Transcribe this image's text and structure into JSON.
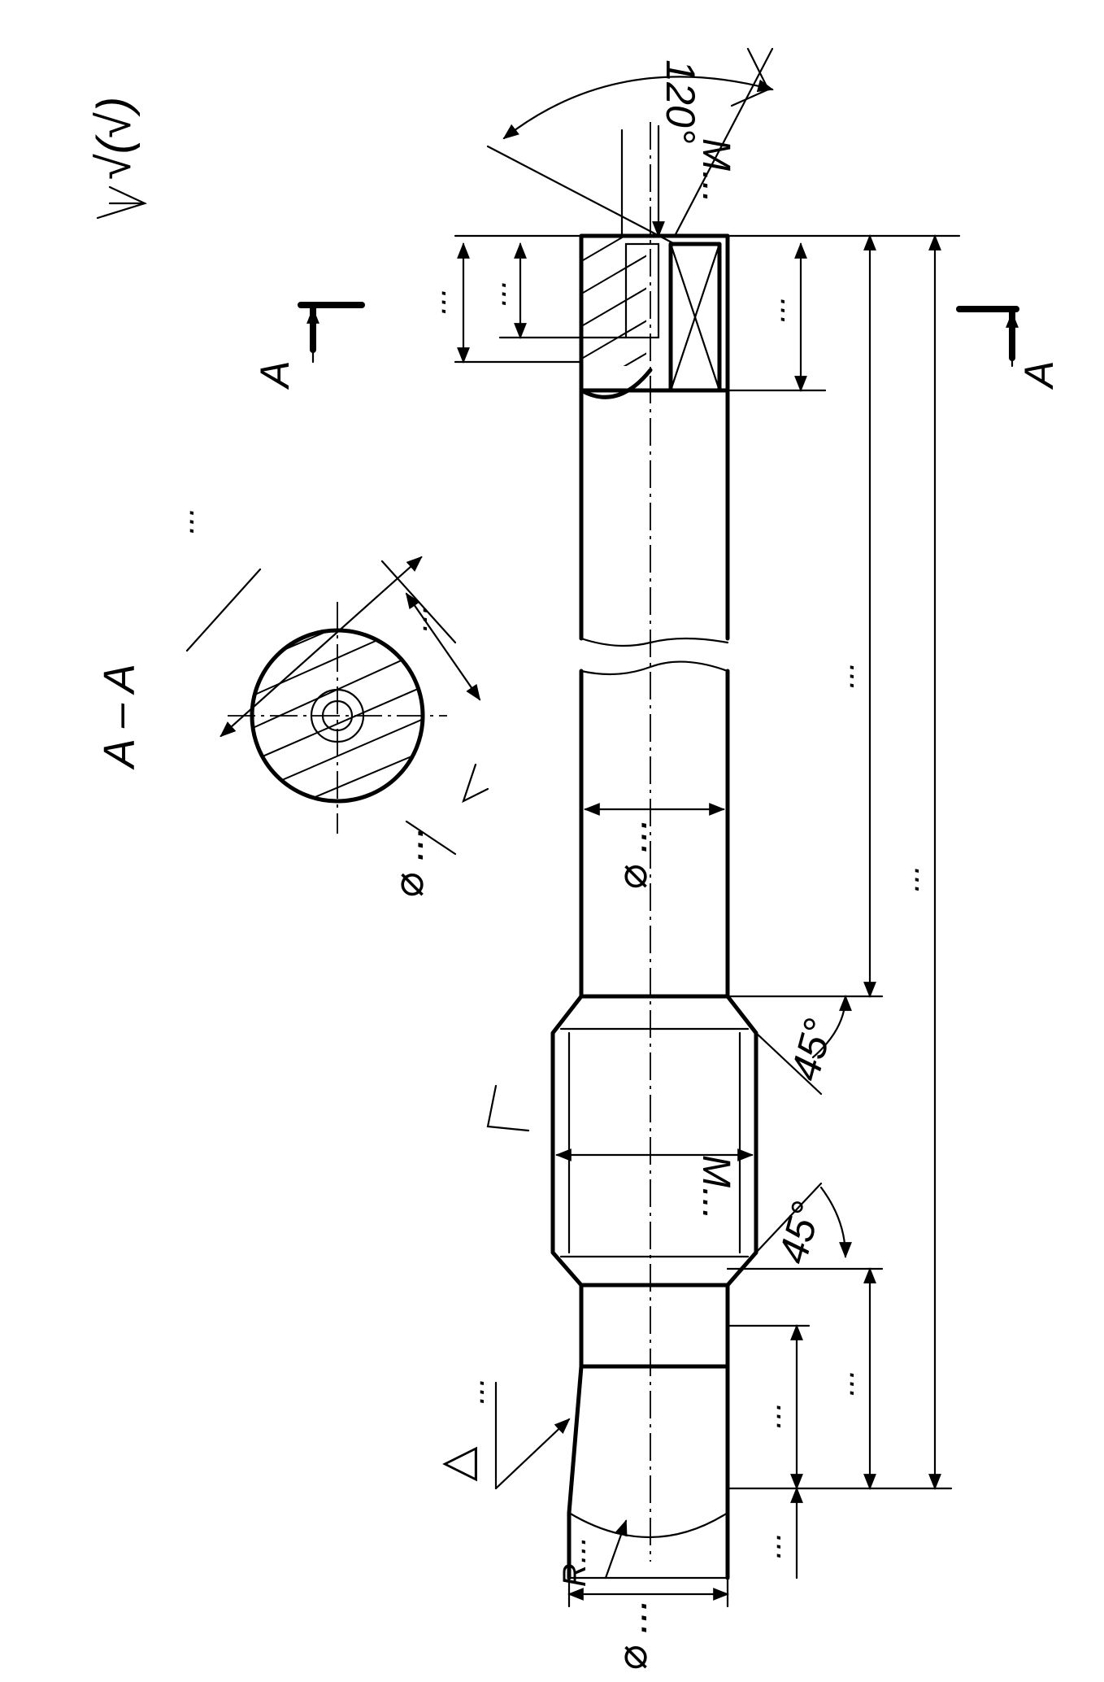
{
  "drawing": {
    "surface_finish_general": "√(√)",
    "section_label": "A – A",
    "section_mark_top": "A",
    "section_mark_bottom": "A",
    "thread_major": "M...",
    "thread_end": "M...",
    "angle_countersink": "120°",
    "chamfer_angle_upper": "45°",
    "chamfer_angle_lower": "45°",
    "diameter_shank": "⌀ ...",
    "diameter_end": "⌀ ...",
    "diameter_section": "⌀ ...",
    "radius_label": "R...",
    "tolerance_symbol": "△",
    "placeholder": "..."
  }
}
